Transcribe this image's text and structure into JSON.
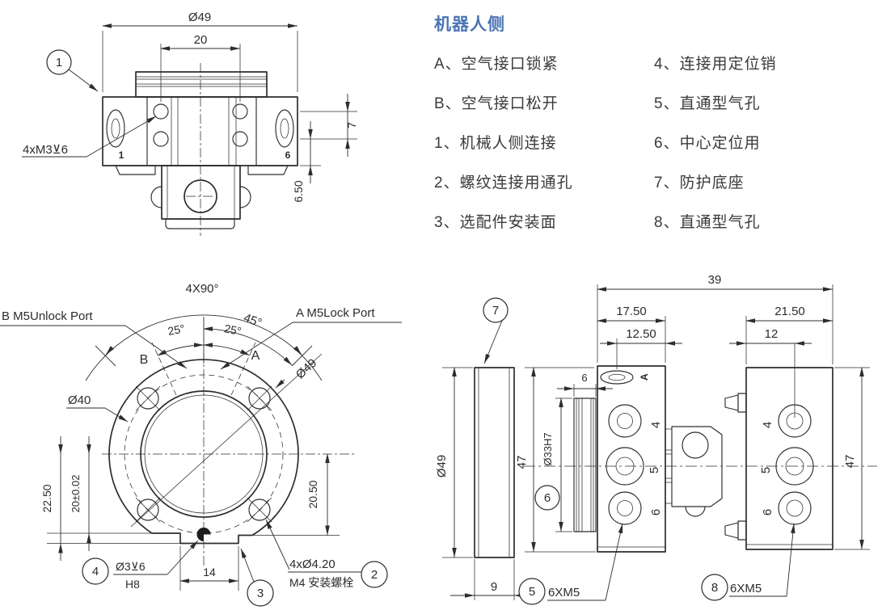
{
  "colors": {
    "accent": "#4a74b4",
    "line": "#2d2d2d",
    "text": "#2c2c2c"
  },
  "legend": {
    "title": "机器人侧",
    "col1": [
      "A、空气接口锁紧",
      "B、空气接口松开",
      "1、机械人侧连接",
      "2、螺纹连接用通孔",
      "3、选配件安装面"
    ],
    "col2": [
      "4、连接用定位销",
      "5、直通型气孔",
      "6、中心定位用",
      "7、防护底座",
      "8、直通型气孔"
    ]
  },
  "front_view": {
    "balloon_1": "1",
    "dim_dia49": "Ø49",
    "dim_20": "20",
    "thread_note": "4xM3⊻6",
    "port_mark_1": "1",
    "port_mark_6": "6",
    "dim_7": "7",
    "dim_6_50": "6.50"
  },
  "bottom_view": {
    "pattern_note": "4X90°",
    "port_b_note": "B M5Unlock Port",
    "port_a_note": "A M5Lock Port",
    "angle_45": "45°",
    "angle_25_left": "25°",
    "angle_25_right": "25°",
    "label_b": "B",
    "label_a": "A",
    "dim_dia40": "Ø40",
    "dim_dia49": "Ø49",
    "dim_22_50": "22.50",
    "dim_20_tol": "20±0.02",
    "dim_20_50": "20.50",
    "dim_14": "14",
    "balloon_4": "4",
    "pin_note": "Ø3⊻6",
    "pin_fit": "H8",
    "balloon_3": "3",
    "holes_note": "4xØ4.20",
    "bolt_note": "M4 安装螺栓",
    "balloon_2": "2"
  },
  "side_view": {
    "balloon_7": "7",
    "dim_39": "39",
    "dim_17_50": "17.50",
    "dim_12_50": "12.50",
    "dim_21_50": "21.50",
    "dim_12": "12",
    "dim_6": "6",
    "dim_dia49": "Ø49",
    "dim_47_left": "47",
    "dim_dia33": "Ø33H7",
    "balloon_6": "6",
    "dim_47_right": "47",
    "dim_9": "9",
    "balloon_5": "5",
    "thread_left": "6XM5",
    "balloon_8": "8",
    "thread_right": "6XM5",
    "port_a_mark": "A",
    "hole_labels_left": [
      "4",
      "5",
      "6"
    ],
    "hole_labels_right": [
      "4",
      "5",
      "6"
    ]
  }
}
